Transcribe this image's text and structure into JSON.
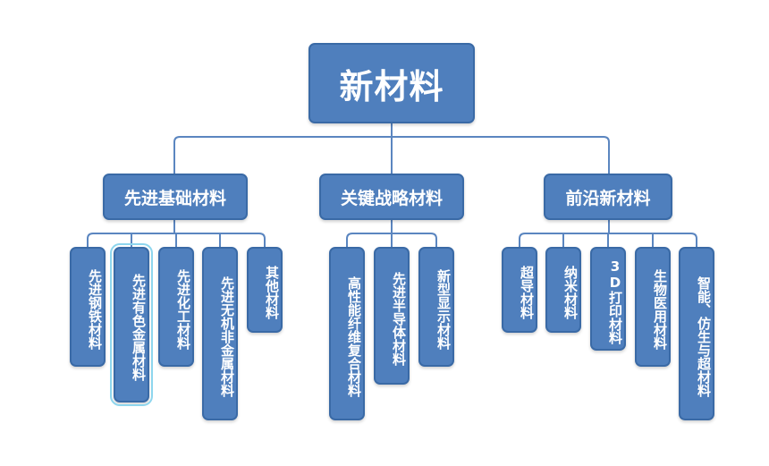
{
  "root": {
    "label": "新材料"
  },
  "branches": [
    {
      "label": "先进基础材料",
      "children": [
        "先进钢铁材料",
        "先进有色金属材料",
        "先进化工材料",
        "先进无机非金属材料",
        "其他材料"
      ]
    },
    {
      "label": "关键战略材料",
      "children": [
        "高性能纤维复合材料",
        "先进半导体材料",
        "新型显示材料"
      ]
    },
    {
      "label": "前沿新材料",
      "children": [
        "超导材料",
        "纳米材料",
        "3D打印材料",
        "生物医用材料",
        "智能、仿生与超材料"
      ]
    }
  ],
  "colors": {
    "node_fill": "#4f7fbd",
    "node_border": "#3a6aa6",
    "connector": "#5b86c0",
    "selection": "#8ed6ee"
  }
}
